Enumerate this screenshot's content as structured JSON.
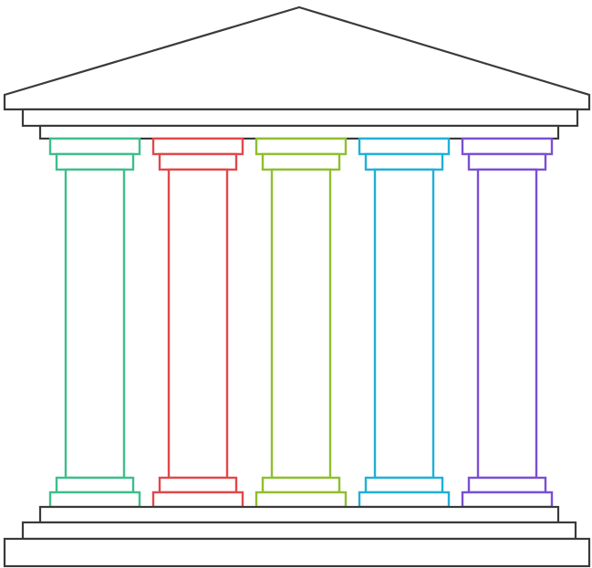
{
  "diagram": {
    "type": "temple-pillars",
    "outline_color": "#3a3a3a",
    "pillar_count": 5,
    "pillars": [
      {
        "name": "pillar-1",
        "color": "#3dbf8a"
      },
      {
        "name": "pillar-2",
        "color": "#e0484b"
      },
      {
        "name": "pillar-3",
        "color": "#8fbf2e"
      },
      {
        "name": "pillar-4",
        "color": "#1fb0d6"
      },
      {
        "name": "pillar-5",
        "color": "#7a4fd4"
      }
    ]
  }
}
